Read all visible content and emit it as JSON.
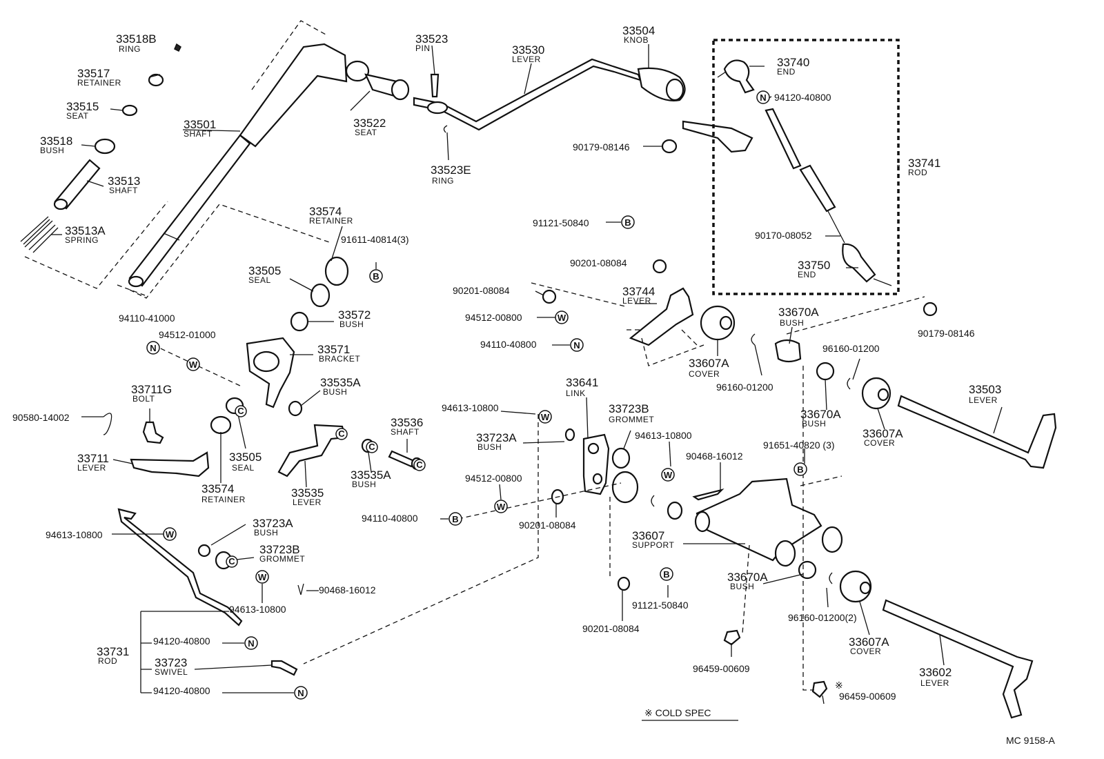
{
  "parts": [
    {
      "id": "33518b",
      "number": "33518B",
      "name": "RING"
    },
    {
      "id": "33517",
      "number": "33517",
      "name": "RETAINER"
    },
    {
      "id": "33515",
      "number": "33515",
      "name": "SEAT"
    },
    {
      "id": "33518",
      "number": "33518",
      "name": "BUSH"
    },
    {
      "id": "33513",
      "number": "33513",
      "name": "SHAFT"
    },
    {
      "id": "33513a",
      "number": "33513A",
      "name": "SPRING"
    },
    {
      "id": "33501",
      "number": "33501",
      "name": "SHAFT"
    },
    {
      "id": "33523",
      "number": "33523",
      "name": "PIN"
    },
    {
      "id": "33522",
      "number": "33522",
      "name": "SEAT"
    },
    {
      "id": "33523e",
      "number": "33523E",
      "name": "RING"
    },
    {
      "id": "33530",
      "number": "33530",
      "name": "LEVER"
    },
    {
      "id": "33504",
      "number": "33504",
      "name": "KNOB"
    },
    {
      "id": "33740",
      "number": "33740",
      "name": "END"
    },
    {
      "id": "33741",
      "number": "33741",
      "name": "ROD"
    },
    {
      "id": "33750",
      "number": "33750",
      "name": "END"
    },
    {
      "id": "33574a",
      "number": "33574",
      "name": "RETAINER"
    },
    {
      "id": "33505a",
      "number": "33505",
      "name": "SEAL"
    },
    {
      "id": "33572",
      "number": "33572",
      "name": "BUSH"
    },
    {
      "id": "33571",
      "number": "33571",
      "name": "BRACKET"
    },
    {
      "id": "33535a_top",
      "number": "33535A",
      "name": "BUSH"
    },
    {
      "id": "33711g",
      "number": "33711G",
      "name": "BOLT"
    },
    {
      "id": "33711",
      "number": "33711",
      "name": "LEVER"
    },
    {
      "id": "33505b",
      "number": "33505",
      "name": "SEAL"
    },
    {
      "id": "33574b",
      "number": "33574",
      "name": "RETAINER"
    },
    {
      "id": "33535",
      "number": "33535",
      "name": "LEVER"
    },
    {
      "id": "33536",
      "number": "33536",
      "name": "SHAFT"
    },
    {
      "id": "33535a_bot",
      "number": "33535A",
      "name": "BUSH"
    },
    {
      "id": "33723a_left",
      "number": "33723A",
      "name": "BUSH"
    },
    {
      "id": "33723b_left",
      "number": "33723B",
      "name": "GROMMET"
    },
    {
      "id": "33731",
      "number": "33731",
      "name": "ROD"
    },
    {
      "id": "33723",
      "number": "33723",
      "name": "SWIVEL"
    },
    {
      "id": "33744",
      "number": "33744",
      "name": "LEVER"
    },
    {
      "id": "33607a_1",
      "number": "33607A",
      "name": "COVER"
    },
    {
      "id": "33670a_1",
      "number": "33670A",
      "name": "BUSH"
    },
    {
      "id": "33641",
      "number": "33641",
      "name": "LINK"
    },
    {
      "id": "33723b_right",
      "number": "33723B",
      "name": "GROMMET"
    },
    {
      "id": "33723a_right",
      "number": "33723A",
      "name": "BUSH"
    },
    {
      "id": "33670a_2",
      "number": "33670A",
      "name": "BUSH"
    },
    {
      "id": "33607a_2",
      "number": "33607A",
      "name": "COVER"
    },
    {
      "id": "33503",
      "number": "33503",
      "name": "LEVER"
    },
    {
      "id": "33607",
      "number": "33607",
      "name": "SUPPORT"
    },
    {
      "id": "33670a_3",
      "number": "33670A",
      "name": "BUSH"
    },
    {
      "id": "33607a_3",
      "number": "33607A",
      "name": "COVER"
    },
    {
      "id": "33602",
      "number": "33602",
      "name": "LEVER"
    }
  ],
  "refs": {
    "r1": "94120-40800",
    "r2": "90179-08146",
    "r3": "90170-08052",
    "r4": "91121-50840",
    "r5": "91611-40814(3)",
    "r6": "90201-08084",
    "r7": "90201-08084",
    "r8": "94512-00800",
    "r9": "94110-40800",
    "r10": "94110-41000",
    "r11": "94512-01000",
    "r12": "90580-14002",
    "r13": "96160-01200",
    "r14": "96160-01200",
    "r15": "90179-08146",
    "r16": "94613-10800",
    "r17": "94613-10800",
    "r18": "90468-16012",
    "r19": "91651-40820 (3)",
    "r20": "94512-00800",
    "r21": "94110-40800",
    "r22": "90201-08084",
    "r23": "94613-10800",
    "r24": "94613-10800",
    "r25": "90468-16012",
    "r26": "94120-40800",
    "r27": "94120-40800",
    "r28": "91121-50840",
    "r29": "90201-08084",
    "r30": "96160-01200(2)",
    "r31": "96459-00609",
    "r32": "96459-00609"
  },
  "circle_marks": {
    "N": "N",
    "W": "W",
    "B": "B",
    "C": "C"
  },
  "cold_spec_label": "※ COLD SPEC",
  "cold_spec_mark": "※",
  "diagram_code": "MC 9158-A"
}
